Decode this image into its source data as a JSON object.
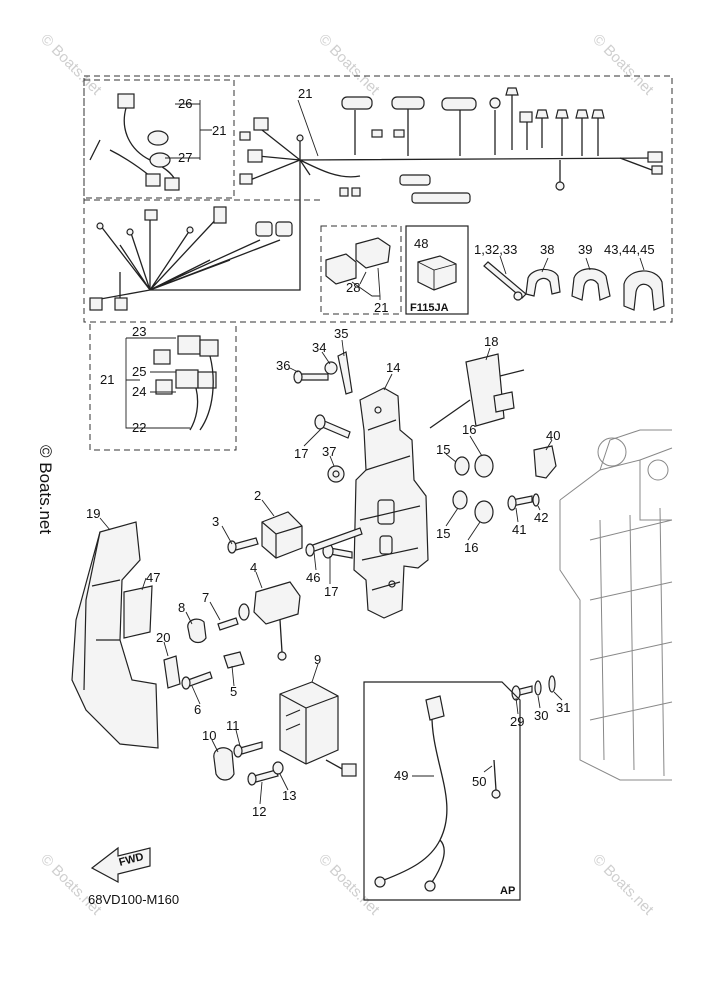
{
  "diagram_code": "68VD100-M160",
  "fwd_label": "FWD",
  "ap_label": "AP",
  "f115ja_label": "F115JA",
  "watermark": "© Boats.net",
  "callouts": {
    "c1_32_33": "1,32,33",
    "c43_44_45": "43,44,45",
    "c2": "2",
    "c3": "3",
    "c4": "4",
    "c5": "5",
    "c6": "6",
    "c7": "7",
    "c8": "8",
    "c9": "9",
    "c10": "10",
    "c11": "11",
    "c12": "12",
    "c13": "13",
    "c14": "14",
    "c15a": "15",
    "c15b": "15",
    "c16a": "16",
    "c16b": "16",
    "c17a": "17",
    "c17b": "17",
    "c18": "18",
    "c19": "19",
    "c20": "20",
    "c21a": "21",
    "c21b": "21",
    "c21c": "21",
    "c21d": "21",
    "c22": "22",
    "c23": "23",
    "c24": "24",
    "c25": "25",
    "c26": "26",
    "c27": "27",
    "c28": "28",
    "c29": "29",
    "c30": "30",
    "c31": "31",
    "c34": "34",
    "c35": "35",
    "c36": "36",
    "c37": "37",
    "c38": "38",
    "c39": "39",
    "c40": "40",
    "c41": "41",
    "c42": "42",
    "c46": "46",
    "c47": "47",
    "c48": "48",
    "c49": "49",
    "c50": "50"
  }
}
